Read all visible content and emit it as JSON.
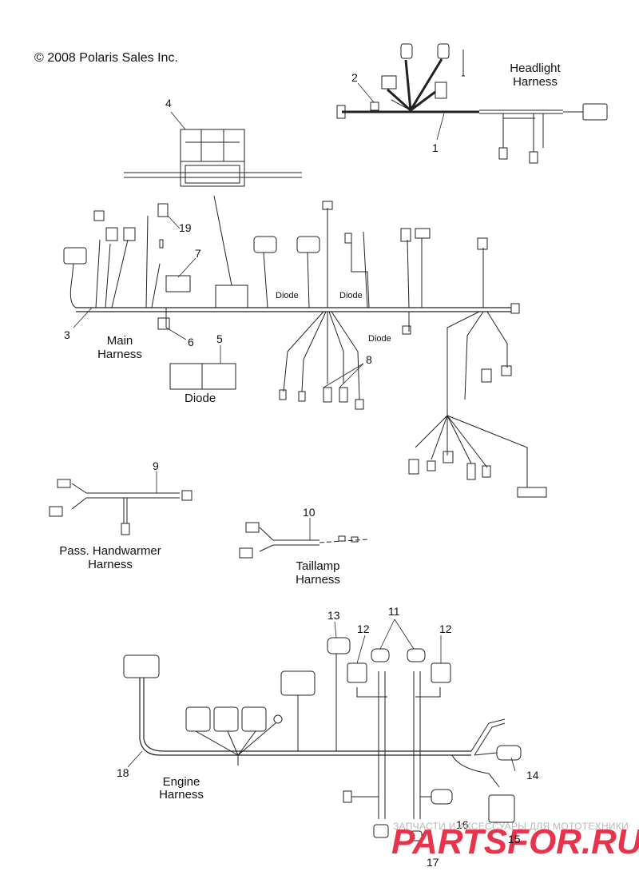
{
  "copyright": "© 2008 Polaris Sales Inc.",
  "harnesses": {
    "headlight": [
      "Headlight",
      "Harness"
    ],
    "main": [
      "Main",
      "Harness"
    ],
    "handwarmer": [
      "Pass. Handwarmer",
      "Harness"
    ],
    "taillamp": [
      "Taillamp",
      "Harness"
    ],
    "engine": [
      "Engine",
      "Harness"
    ]
  },
  "diode_labels": [
    "Diode",
    "Diode",
    "Diode",
    "Diode"
  ],
  "callouts": [
    "1",
    "2",
    "3",
    "4",
    "5",
    "6",
    "7",
    "8",
    "9",
    "10",
    "11",
    "12",
    "12",
    "13",
    "14",
    "15",
    "16",
    "17",
    "18",
    "19"
  ],
  "watermark": {
    "text": "ЗАПЧАСТИ И АКСЕССУАРЫ ДЛЯ МОТОТЕХНИКИ",
    "logo": "PARTSFOR.RU",
    "color": "#e8344a"
  }
}
